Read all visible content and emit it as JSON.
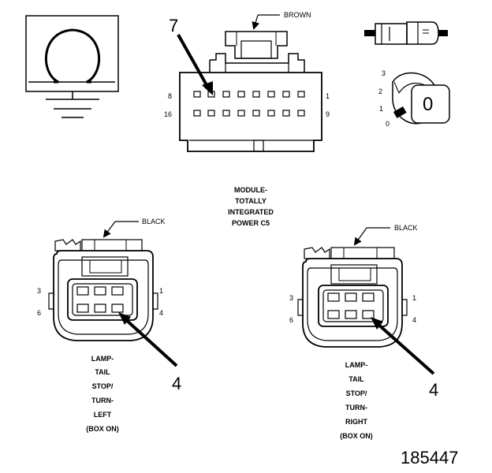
{
  "module_connector": {
    "callout_number": "7",
    "wire_color": "BROWN",
    "pin_top_left": "8",
    "pin_top_right": "1",
    "pin_bottom_left": "16",
    "pin_bottom_right": "9",
    "caption_lines": [
      "MODULE-",
      "TOTALLY",
      "INTEGRATED",
      "POWER C5"
    ]
  },
  "ground_symbol": {
    "icon": "ground-symbol-icon"
  },
  "ignition_switch": {
    "positions": [
      "3",
      "2",
      "1",
      "0"
    ],
    "key_label": "0"
  },
  "left_lamp_connector": {
    "wire_color": "BLACK",
    "pin_labels": {
      "top_left": "3",
      "bottom_left": "6",
      "top_right": "1",
      "bottom_right": "4"
    },
    "callout_number": "4",
    "caption_lines": [
      "LAMP-",
      "TAIL",
      "STOP/",
      "TURN-",
      "LEFT",
      "(BOX ON)"
    ]
  },
  "right_lamp_connector": {
    "wire_color": "BLACK",
    "pin_labels": {
      "top_left": "3",
      "bottom_left": "6",
      "top_right": "1",
      "bottom_right": "4"
    },
    "callout_number": "4",
    "caption_lines": [
      "LAMP-",
      "TAIL",
      "STOP/",
      "TURN-",
      "RIGHT",
      "(BOX ON)"
    ]
  },
  "figure_number": "185447"
}
